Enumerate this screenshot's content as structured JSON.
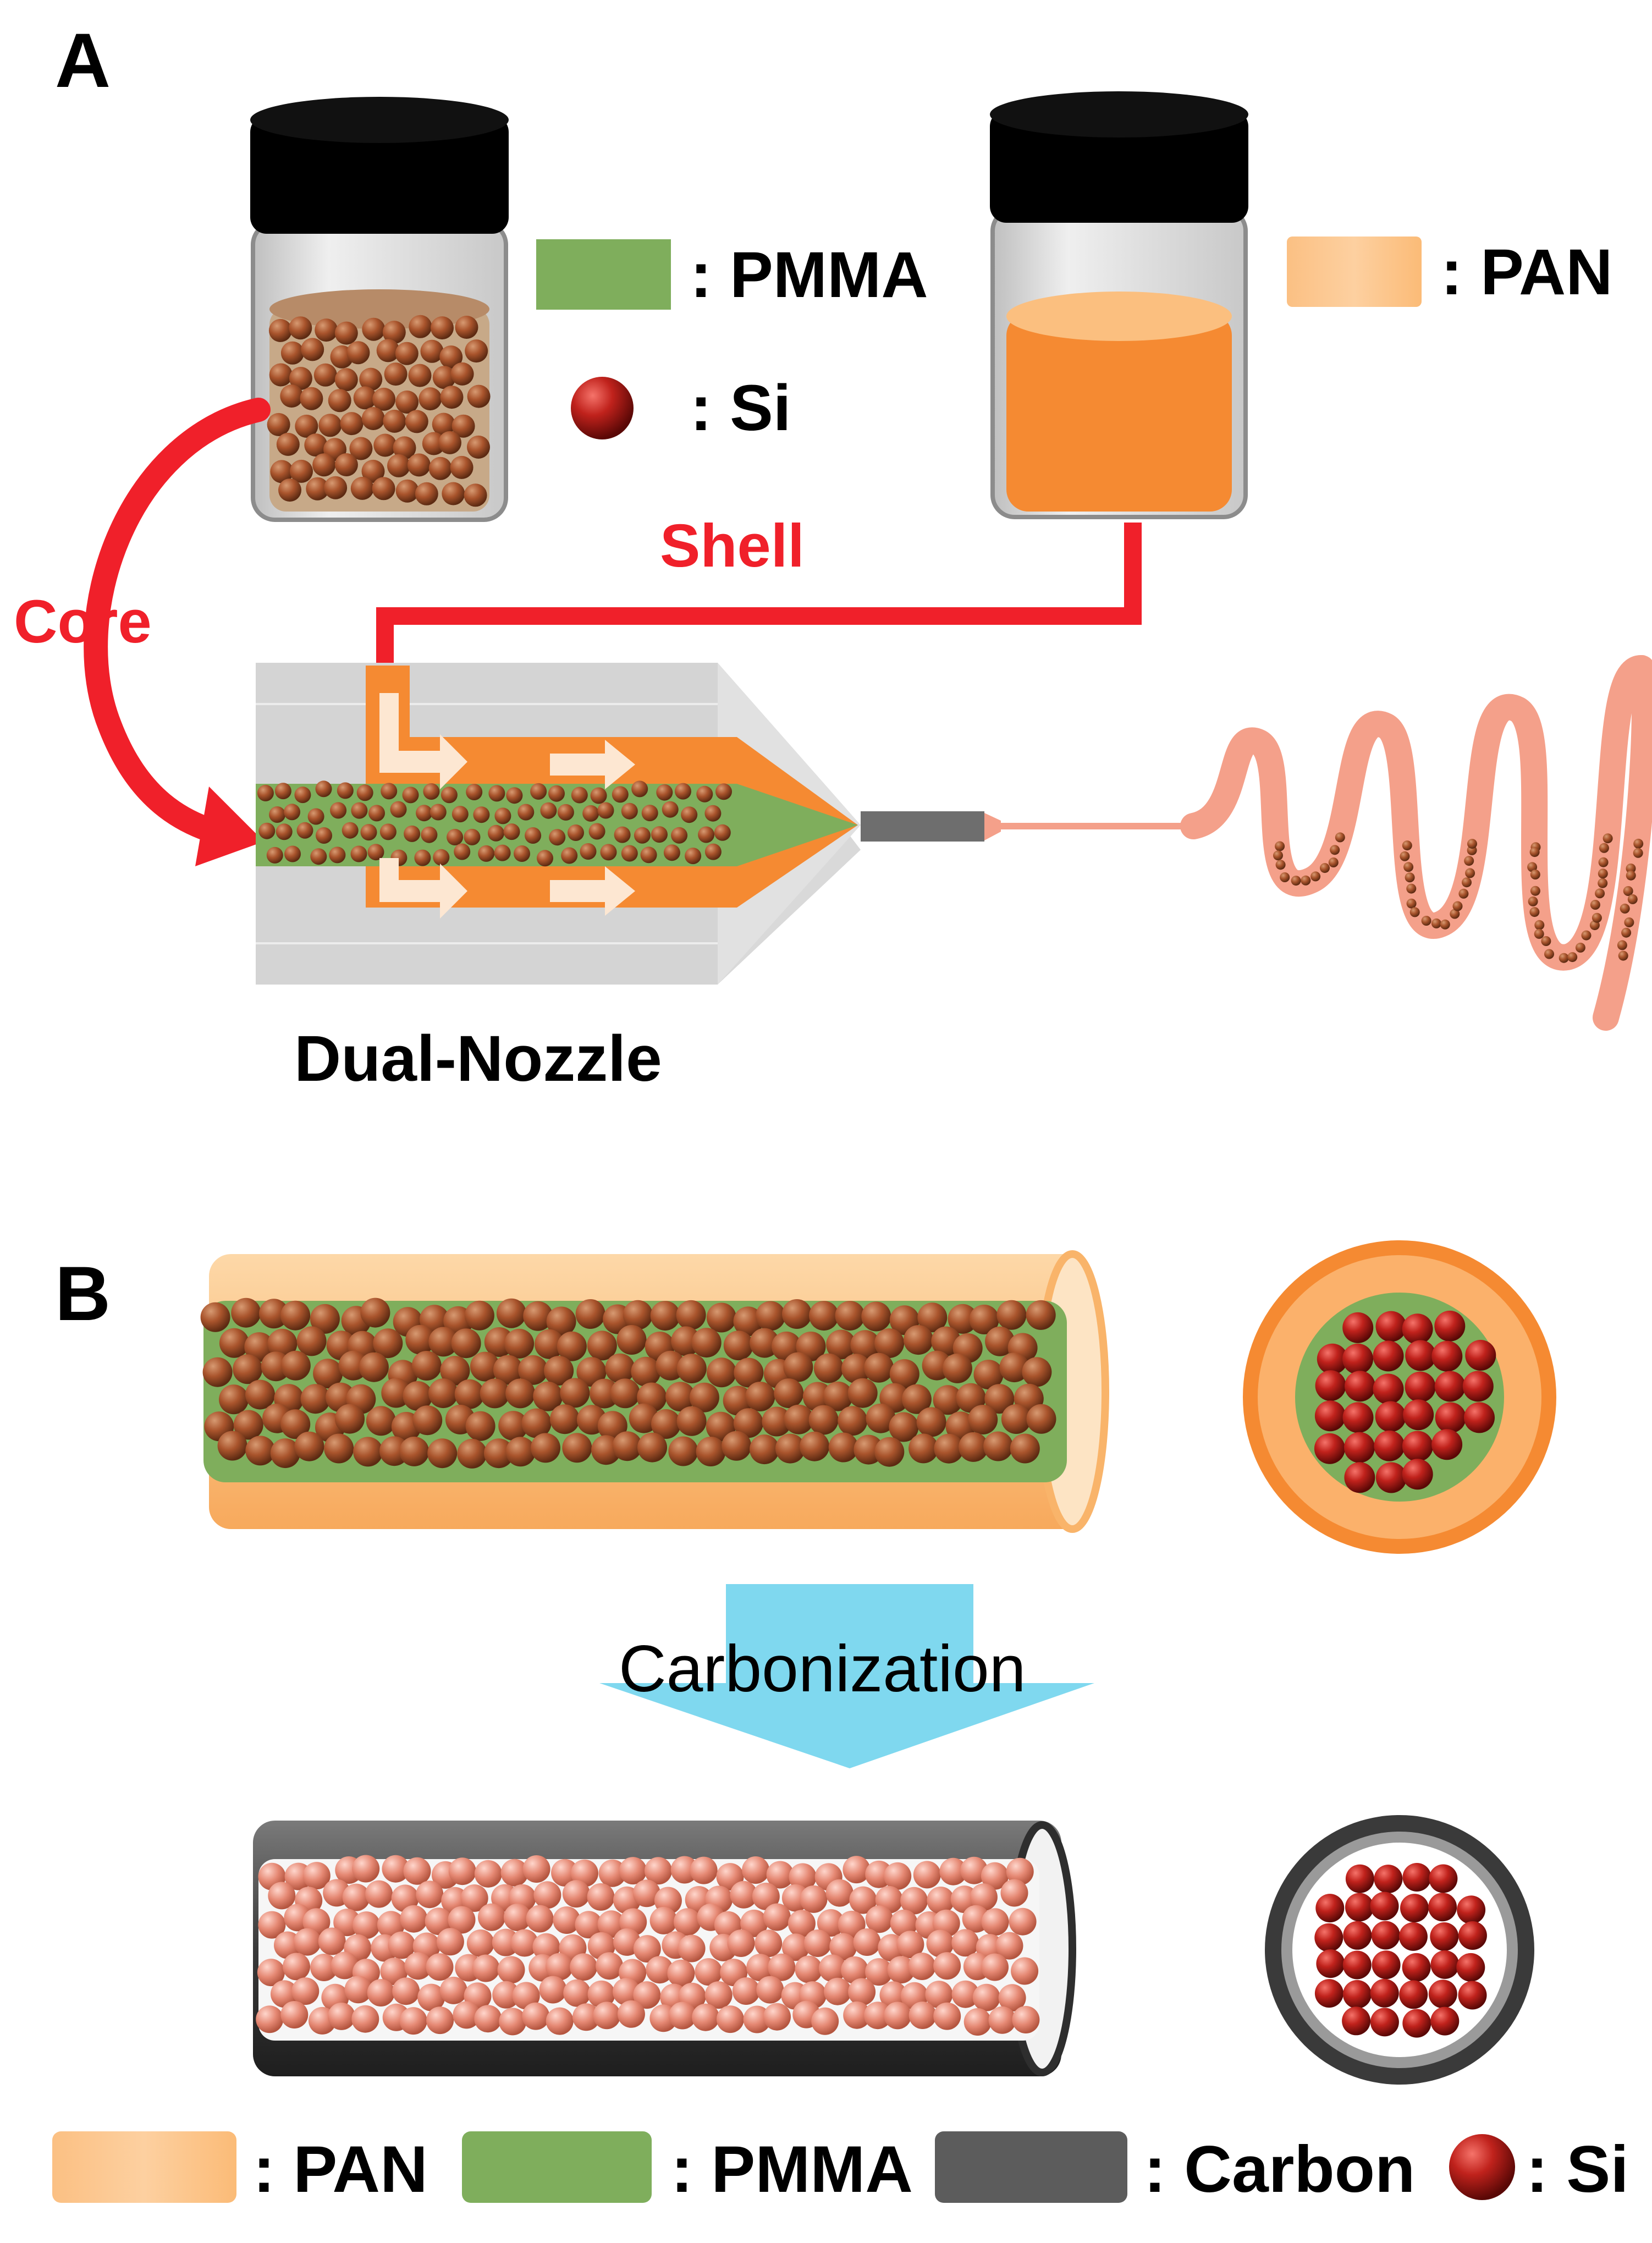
{
  "panel_a": {
    "label": "A",
    "legend_pmma": ": PMMA",
    "legend_si": ": Si",
    "legend_pan": ": PAN",
    "arrow_core": "Core",
    "arrow_shell": "Shell",
    "nozzle_caption": "Dual-Nozzle"
  },
  "panel_b": {
    "label": "B",
    "process_step": "Carbonization",
    "legend": {
      "pan": ": PAN",
      "pmma": ": PMMA",
      "carbon": ": Carbon",
      "si": ": Si"
    }
  },
  "colors": {
    "pan": "#fbbd78",
    "pan_deep": "#f58a32",
    "pmma": "#7fae5c",
    "carbon": "#5c5c5c",
    "si": "#b5211c",
    "arrow_red": "#f0202a",
    "carbonization_arrow": "#7fd8ef",
    "cap": "#000000",
    "nozzle_body": "#d9d9d9"
  }
}
